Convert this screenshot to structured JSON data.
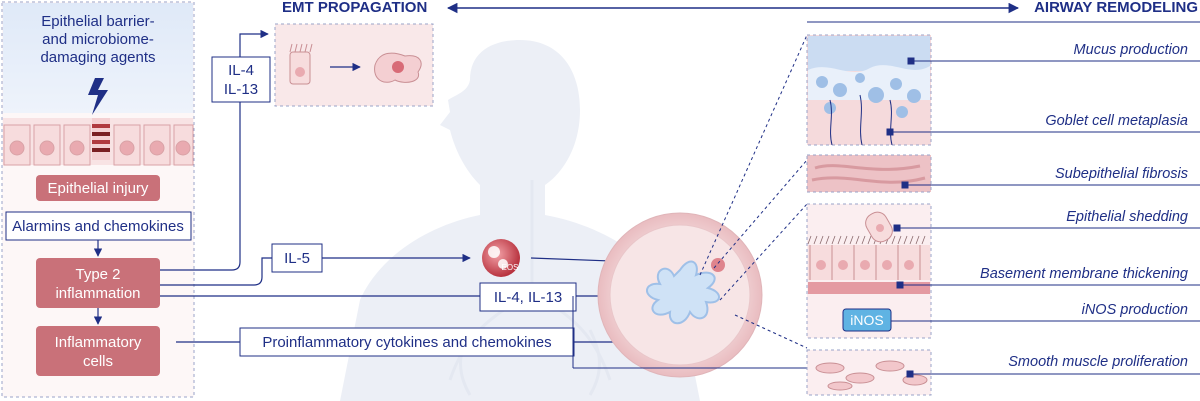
{
  "headers": {
    "emt": "EMT PROPAGATION",
    "airway": "AIRWAY REMODELING"
  },
  "left_panel": {
    "agents": [
      "Epithelial barrier-",
      "and microbiome-",
      "damaging agents"
    ],
    "injury": "Epithelial injury",
    "alarmins": "Alarmins and chemokines",
    "type2": [
      "Type 2",
      "inflammation"
    ],
    "inflammatory_cells": [
      "Inflammatory",
      "cells"
    ]
  },
  "cytokines": {
    "il4_il13_top": [
      "IL-4",
      "IL-13"
    ],
    "il5": "IL-5",
    "il4_il13_mid": "IL-4, IL-13",
    "proinflammatory": "Proinflammatory cytokines and chemokines"
  },
  "eos_label": "EOS",
  "inos_label": "iNOS",
  "remodeling_items": [
    "Mucus production",
    "Goblet cell metaplasia",
    "Subepithelial fibrosis",
    "Epithelial shedding",
    "Basement membrane thickening",
    "iNOS production",
    "Smooth muscle proliferation"
  ],
  "colors": {
    "navy": "#1f2f86",
    "rose_box": "#c97179",
    "light_blue": "#dbe7f7",
    "pink_tissue": "#f4d7d9"
  }
}
